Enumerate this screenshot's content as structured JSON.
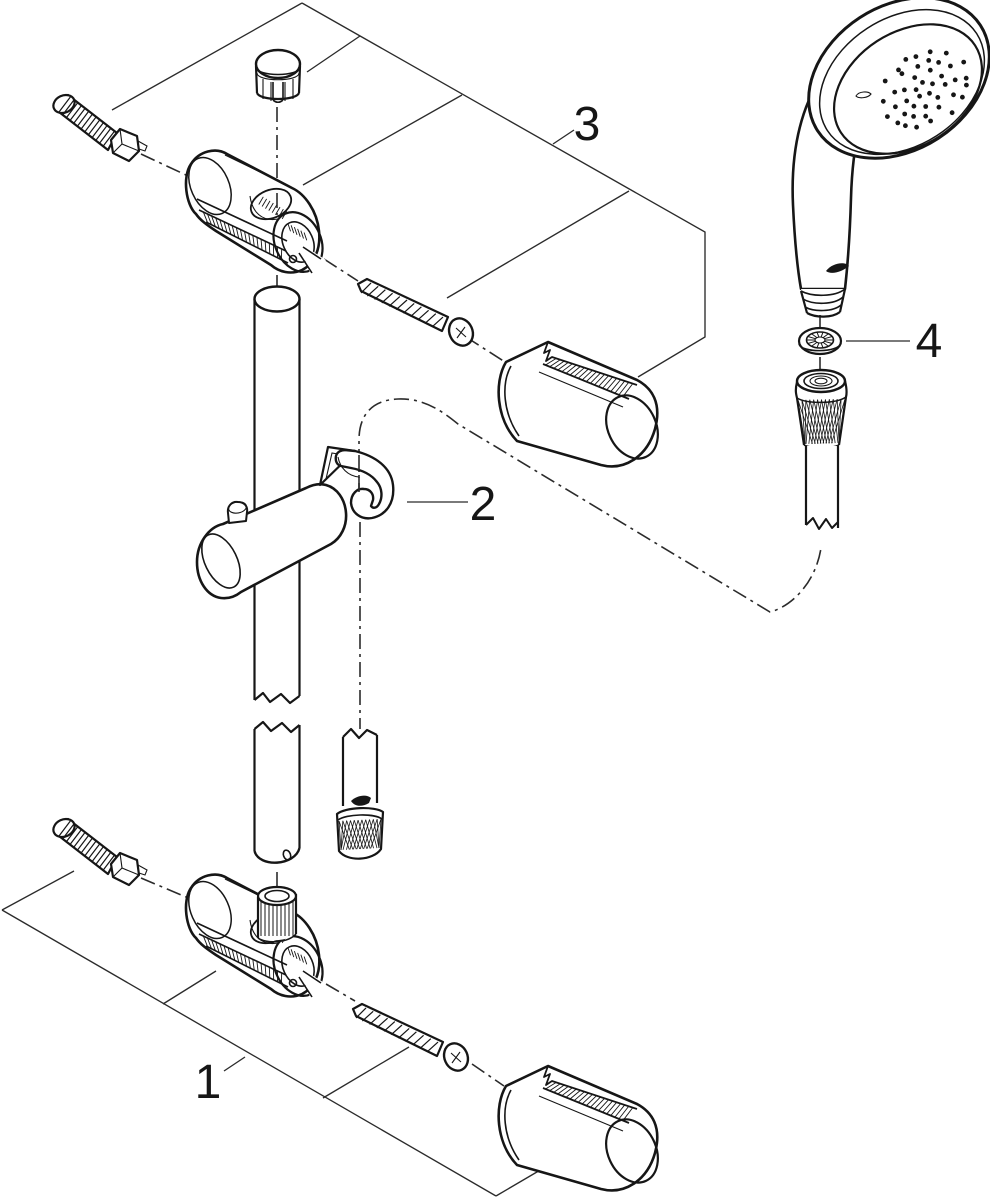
{
  "diagram": {
    "type": "exploded-parts-diagram",
    "subject": "shower-rail-set-with-hand-shower",
    "background_color": "#ffffff",
    "line_color": "#161616",
    "thin_line_color": "#2b2b2b",
    "labels": [
      {
        "text": "1",
        "target": "bottom-wall-bracket-assembly"
      },
      {
        "text": "2",
        "target": "shower-holder-slider"
      },
      {
        "text": "3",
        "target": "top-wall-bracket-assembly"
      },
      {
        "text": "4",
        "target": "filter-washer"
      }
    ],
    "parts": [
      {
        "name": "hand-shower"
      },
      {
        "name": "end-cap"
      },
      {
        "name": "wall-bracket-top"
      },
      {
        "name": "wall-plug-screw-top"
      },
      {
        "name": "fixing-screw-top"
      },
      {
        "name": "cover-sleeve-top"
      },
      {
        "name": "shower-rail"
      },
      {
        "name": "shower-holder-slider"
      },
      {
        "name": "filter-washer"
      },
      {
        "name": "hose-connector-nut"
      },
      {
        "name": "shower-hose"
      },
      {
        "name": "hose-end-nut"
      },
      {
        "name": "wall-bracket-bottom"
      },
      {
        "name": "wall-plug-screw-bottom"
      },
      {
        "name": "fixing-screw-bottom"
      },
      {
        "name": "cover-sleeve-bottom"
      }
    ]
  }
}
